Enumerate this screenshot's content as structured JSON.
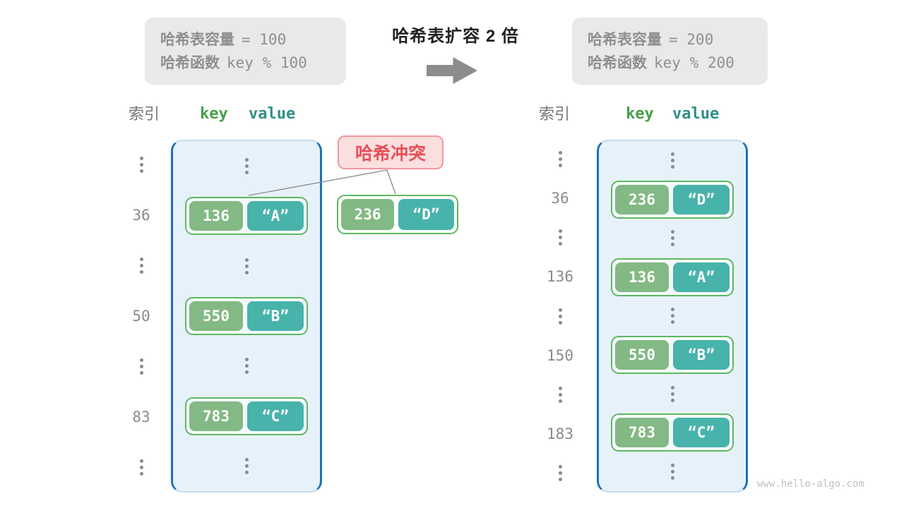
{
  "palette": {
    "accent_blue": "#1d70b8",
    "table_fill": "#e7f1fa",
    "table_edge": "#c3dcee",
    "green": "#83b984",
    "teal": "#48b3ab",
    "pair_border": "#5db95f",
    "pair_bg": "rgba(255,255,255,0.55)",
    "header_key_green": "#44a047",
    "header_value_teal": "#2f8f88",
    "gray_text": "#8a8a8a",
    "box_fill": "#e9e9e9",
    "box_text": "#8f8f8f",
    "conflict_fill": "#fbdfdf",
    "conflict_border": "#f0989d",
    "conflict_text": "#e84f5a",
    "title_text": "#212121",
    "arrow_gray": "#8c8c8c",
    "line_gray": "#8a8a8a",
    "watermark": "#c0c0c0"
  },
  "header": {
    "title": "哈希表扩容 2 倍"
  },
  "box_left": {
    "line1_label": "哈希表容量",
    "line1_code": "= 100",
    "line2_label": "哈希函数",
    "line2_code": "key % 100"
  },
  "box_right": {
    "line1_label": "哈希表容量",
    "line1_code": "= 200",
    "line2_label": "哈希函数",
    "line2_code": "key % 200"
  },
  "col_headers": {
    "index": "索引",
    "key": "key",
    "value": "value"
  },
  "conflict": {
    "label": "哈希冲突"
  },
  "extra_pair": {
    "key": "236",
    "value": "“D”"
  },
  "left_table": {
    "rows": [
      {
        "type": "dots"
      },
      {
        "type": "pair",
        "index": "36",
        "key": "136",
        "value": "“A”"
      },
      {
        "type": "dots"
      },
      {
        "type": "pair",
        "index": "50",
        "key": "550",
        "value": "“B”"
      },
      {
        "type": "dots"
      },
      {
        "type": "pair",
        "index": "83",
        "key": "783",
        "value": "“C”"
      },
      {
        "type": "dots"
      }
    ]
  },
  "right_table": {
    "rows": [
      {
        "type": "dots"
      },
      {
        "type": "pair",
        "index": "36",
        "key": "236",
        "value": "“D”"
      },
      {
        "type": "dots"
      },
      {
        "type": "pair",
        "index": "136",
        "key": "136",
        "value": "“A”"
      },
      {
        "type": "dots"
      },
      {
        "type": "pair",
        "index": "150",
        "key": "550",
        "value": "“B”"
      },
      {
        "type": "dots"
      },
      {
        "type": "pair",
        "index": "183",
        "key": "783",
        "value": "“C”"
      },
      {
        "type": "dots"
      }
    ]
  },
  "footer": {
    "watermark": "www.hello-algo.com"
  }
}
